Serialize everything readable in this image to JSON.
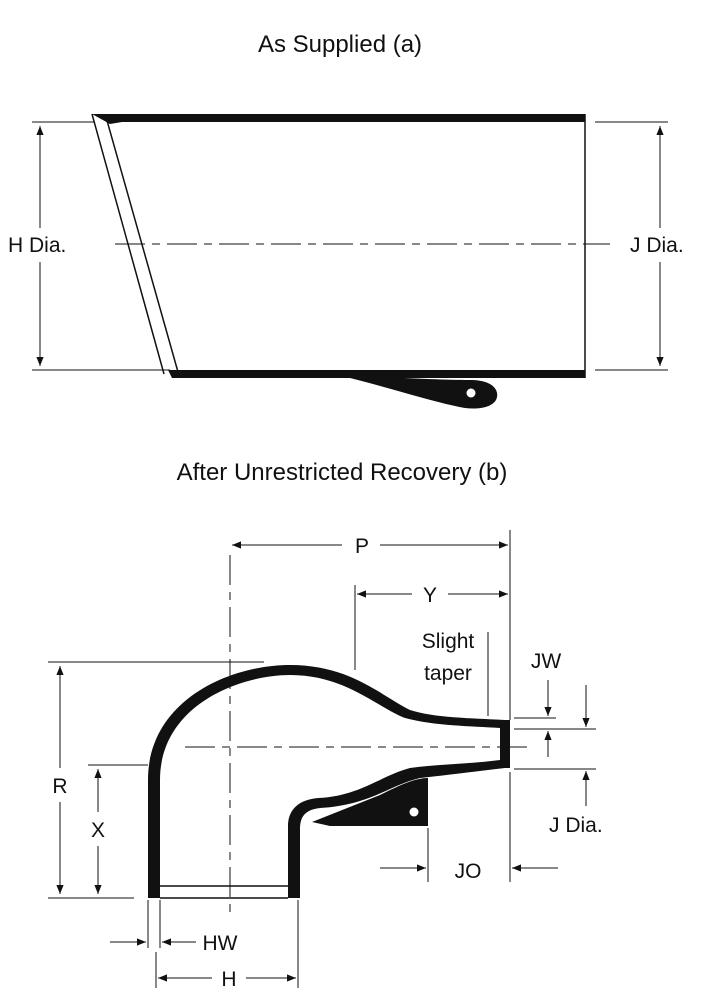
{
  "figure_a": {
    "title": "As Supplied (a)",
    "labels": {
      "h_dia": "H Dia.",
      "j_dia": "J Dia."
    }
  },
  "figure_b": {
    "title": "After Unrestricted Recovery (b)",
    "labels": {
      "p": "P",
      "y": "Y",
      "slight": "Slight",
      "taper": "taper",
      "jw": "JW",
      "r": "R",
      "x": "X",
      "j_dia": "J Dia.",
      "jo": "JO",
      "hw": "HW",
      "h": "H"
    }
  },
  "colors": {
    "ink": "#111111",
    "paper": "#ffffff"
  }
}
